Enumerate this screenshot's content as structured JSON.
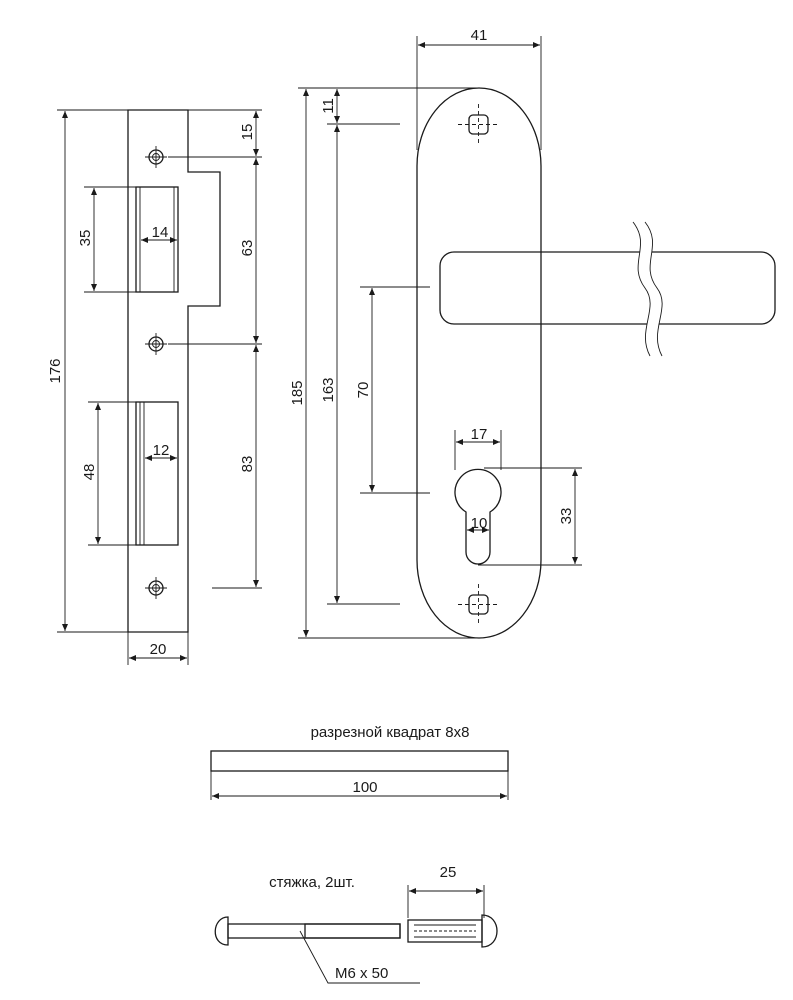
{
  "strike_plate": {
    "dims": {
      "height": "176",
      "top_hole": "15",
      "upper_opening": "35",
      "upper_depth": "14",
      "hole_spacing": "63",
      "lower_opening": "48",
      "lower_depth": "12",
      "lower_hole": "83",
      "width": "20"
    }
  },
  "handle_plate": {
    "dims": {
      "width": "41",
      "top_offset": "11",
      "total_height": "185",
      "hole_spacing": "163",
      "handle_to_cylinder": "70",
      "cylinder_width": "17",
      "cylinder_narrow": "10",
      "cylinder_height": "33"
    }
  },
  "spindle": {
    "caption": "разрезной квадрат 8х8",
    "length": "100"
  },
  "screw": {
    "caption": "стяжка, 2шт.",
    "sleeve_length": "25",
    "thread": "M6 x 50"
  }
}
